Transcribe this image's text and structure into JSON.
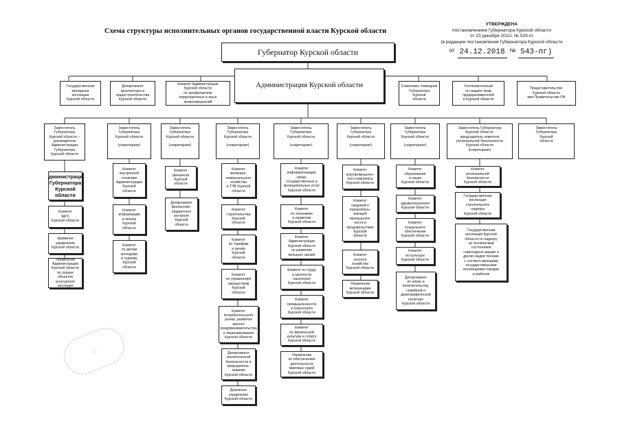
{
  "title": "Схема структуры исполнительных органов государственной власти Курской области",
  "approval": {
    "head": "УТВЕРЖДЕНА",
    "line1": "постановлением Губернатора Курской области",
    "line2": "от 23 декабря 2011г. № 529-пг",
    "line3": "(в редакции постановления Губернатора Курской области",
    "date_prefix": "от",
    "date_hand": "24.12.2018",
    "num_prefix": "№",
    "num_hand": "543-пг)"
  },
  "governor": "Губернатор Курской области",
  "administration": "Администрация Курской области",
  "top_left": [
    "Государственная\nжилищная\nинспекция\nКурской области",
    "Департамент\nархитектуры и\nградостроительства\nКурской области",
    "Комитет Администрации\nКурской области\nпо профилактике\nкоррупционных и иных\nправонарушений"
  ],
  "top_right": [
    "Советники, помощник\nГубернатора\nКурской\nобласти",
    "Уполномоченный\nпо защите прав\nпредпринимателей\nв Курской области",
    "Представительство\nКурской области\nпри Правительстве РФ"
  ],
  "columns": [
    {
      "head": "Заместитель\nГубернатора\nКурской области –\nруководитель\nАдминистрации\nГубернатора\nКурской области",
      "items": [
        "Администрация\nГубернатора\nКурской\nобласти",
        "Комитет\nЗАГС\nКурской области",
        "Архивное\nуправление\nКурской области",
        "Управление\nАдминистрации\nКурской области\nпо охране объектов\nкультурного\nнаследия"
      ]
    },
    {
      "head": "Заместитель\nГубернатора\nКурской области\n\n(секретариат)",
      "items": [
        "Комитет\nвнутренней\nполитики\nАдминистрации\nКурской\nобласти",
        "Комитет\nинформации\nи печати\nКурской\nобласти",
        "Комитет\nпо делам\nмолодежи\nи туризму\nКурской\nобласти"
      ]
    },
    {
      "head": "Заместитель\nГубернатора\nКурской области\n\n(секретариат)",
      "items": [
        "Комитет\nфинансов\nКурской\nобласти",
        "Департамент\nфинансово-\nбюджетного\nконтроля\nКурской\nобласти"
      ]
    },
    {
      "head": "Заместитель\nГубернатора\nКурской области\n\n(секретариат)",
      "items": [
        "Комитет\nжилищно-\nкоммунального\nхозяйства\nи ТЭК Курской\nобласти",
        "Комитет\nстроительства\nКурской\nобласти",
        "Комитет\nпо тарифам\nи ценам\nКурской\nобласти",
        "Комитет\nпо управлению\nимуществом\nКурской\nобласти",
        "Комитет\nпотребительского\nрынка, развития\nмалого\nпредпринимательства\nи лицензирования\nКурской области",
        "Департамент\nэкологической\nбезопасности и\nприродополь-\nзования\nКурской области",
        "Дорожное\nуправление\nКурской области"
      ]
    },
    {
      "head": "Заместитель\nГубернатора\nКурской области\n\n(секретариат)",
      "items": [
        "Комитет\nинформатизации,\nсвязи,\nгосударственных и\nмуниципальных услуг\nКурской области",
        "Комитет\nпо экономике\nи развитию\nКурской области",
        "Комитет\nАдминистрации\nКурской области\nпо развитию\nвнешних связей",
        "Комитет по труду\nи занятости\nнаселения\nКурской области",
        "Комитет\nпромышленности\nи транспорта\nКурской области",
        "Комитет\nпо физической\nкультуре и спорту\nКурской области",
        "Управление\nпо обеспечению\nдеятельности\nмировых судей\nКурской области"
      ]
    },
    {
      "head": "Заместитель\nГубернатора\nКурской области\n\n(секретариат)",
      "items": [
        "Комитет\nагропромышлен-\nного комплекса\nКурской области",
        "Комитет\nпищевой и\nперерабаты-\nвающей\nпромышлен-\nности и\nпродовольствия\nКурской\nобласти",
        "Комитет\nлесного\nхозяйства\nКурской области",
        "Управление\nветеринарии\nКурской области"
      ]
    },
    {
      "head": "Заместитель\nГубернатора\nКурской области\n\n(секретариат)",
      "items": [
        "Комитет\nобразования\nи науки\nКурской области",
        "Комитет\nздравоохранения\nКурской области",
        "Комитет\nсоциального\nобеспечения\nКурской области",
        "Комитет\nпо культуре\nКурской области",
        "Департамент\nпо опеке и\nпопечительству,\nсемейной и\nдемографической\nполитике\nКурской области"
      ]
    },
    {
      "head": "Заместитель Губернатора\nКурской области,\nпредседатель комитета\nрегиональной безопасности\nКурской области\n(секретариат)",
      "items": [
        "Комитет\nрегиональной\nбезопасности\nКурской области",
        "Государственная\nинспекция\nстроительного\nнадзора\nКурской области",
        "Государственная\nинспекция Курской\nобласти по надзору\nза техническим\nсостоянием\nсамоходных машин и\nдругих видов техники\nс соответствующими\nгосударственными\nинспекциями городов\nи районов"
      ]
    },
    {
      "head": "Заместитель\nГубернатора\nКурской\nобласти",
      "items": []
    }
  ]
}
